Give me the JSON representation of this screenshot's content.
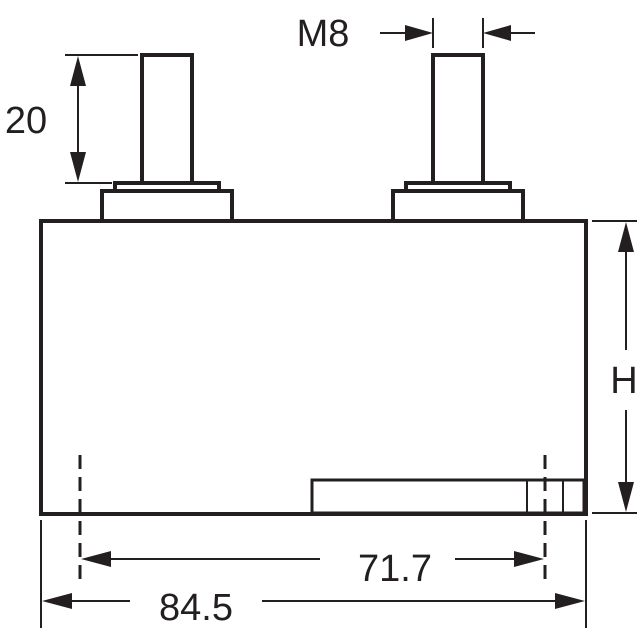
{
  "dimensions": {
    "thread": "M8",
    "stud_height": "20",
    "height": "H",
    "pitch": "71.7",
    "width": "84.5"
  },
  "colors": {
    "line": "#231f20",
    "background": "#ffffff"
  }
}
